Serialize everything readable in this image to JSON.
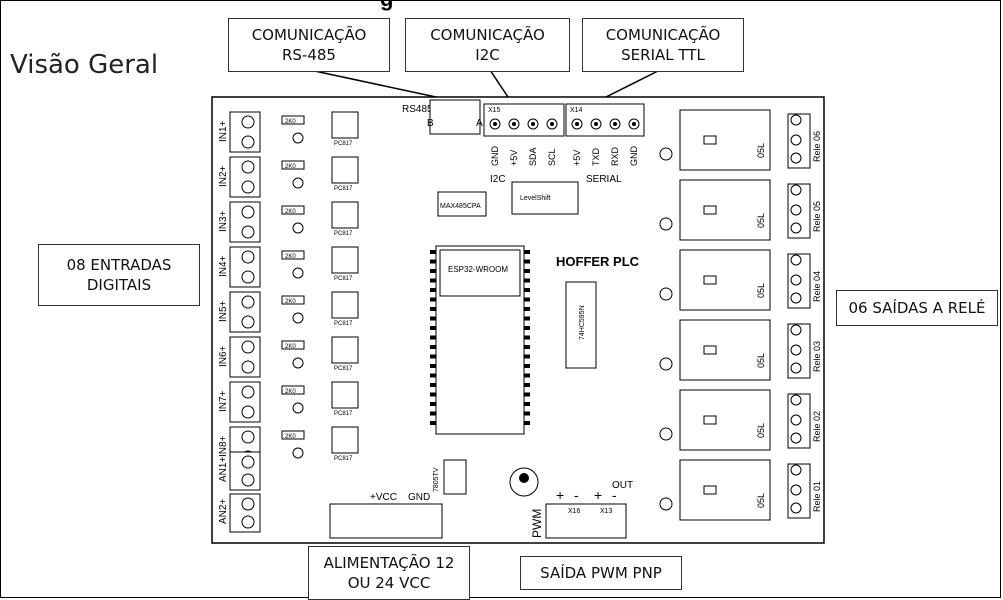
{
  "diagram": {
    "title_fragment": "g",
    "overview_label": "Visão Geral",
    "callouts": {
      "rs485": "COMUNICAÇÃO\nRS-485",
      "i2c": "COMUNICAÇÃO\nI2C",
      "serial": "COMUNICAÇÃO\nSERIAL TTL",
      "inputs": "08 ENTRADAS\nDIGITAIS",
      "relays": "06 SAÍDAS A RELÉ",
      "power": "ALIMENTAÇÃO 12\nOU 24 VCC",
      "pwm": "SAÍDA PWM PNP"
    },
    "board": {
      "name": "HOFFER PLC",
      "module": "ESP32-WROOM",
      "rs485_ic": "MAX485CPA",
      "level_shifter": "LevelShift",
      "shift_register": "74HC595N",
      "regulator": "7805TV",
      "rs485_header": "RS485",
      "rs485_pins": [
        "B",
        "A"
      ],
      "i2c_header": "X15",
      "i2c_pins": [
        "GND",
        "+5V",
        "SDA",
        "SCL"
      ],
      "i2c_label": "I2C",
      "serial_header": "X14",
      "serial_pins": [
        "+5V",
        "TXD",
        "RXD",
        "GND"
      ],
      "serial_label": "SERIAL",
      "input_labels": [
        "IN1+",
        "IN2+",
        "IN3+",
        "IN4+",
        "IN5+",
        "IN6+",
        "IN7+",
        "IN8+"
      ],
      "analog_labels": [
        "AN1+",
        "AN2+"
      ],
      "relay_labels": [
        "Rele 06",
        "Rele 05",
        "Rele 04",
        "Rele 03",
        "Rele 02",
        "Rele 01"
      ],
      "power_labels": [
        "+VCC",
        "GND"
      ],
      "pwm_label": "PWM",
      "out_label": "OUT",
      "pwm_signs": [
        "+",
        "-",
        "+",
        "-"
      ],
      "pwm_headers": [
        "X16",
        "X13"
      ],
      "resistor_value": "2K0",
      "opto_name": "PC817",
      "relay_part": "05L"
    }
  }
}
